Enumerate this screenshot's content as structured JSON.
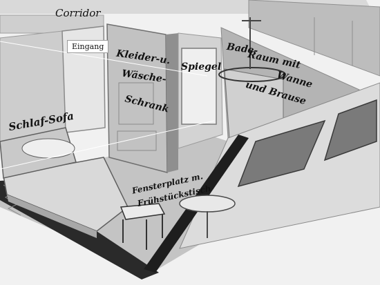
{
  "labels": {
    "corridor": "Corridor",
    "entrance": "Eingang",
    "wardrobe_line1": "Kleider-u.",
    "wardrobe_line2": "Wäsche-",
    "wardrobe_line3": "Schrank",
    "mirror": "Spiegel",
    "bath_line1": "Bade-",
    "bath_line2": "Raum mit",
    "bath_line3": "Wanne",
    "bath_line4": "und Brause",
    "sofa": "Schlaf-Sofa",
    "window_line1": "Fensterplatz m.",
    "window_line2": "Frühstückstisch"
  },
  "colors": {
    "background": "#f1f1f1",
    "wall_light": "#d6d6d6",
    "wall_mid": "#b9b9b9",
    "wall_dark": "#8a8a8a",
    "floor": "#c4c4c4",
    "ink": "#121212"
  }
}
